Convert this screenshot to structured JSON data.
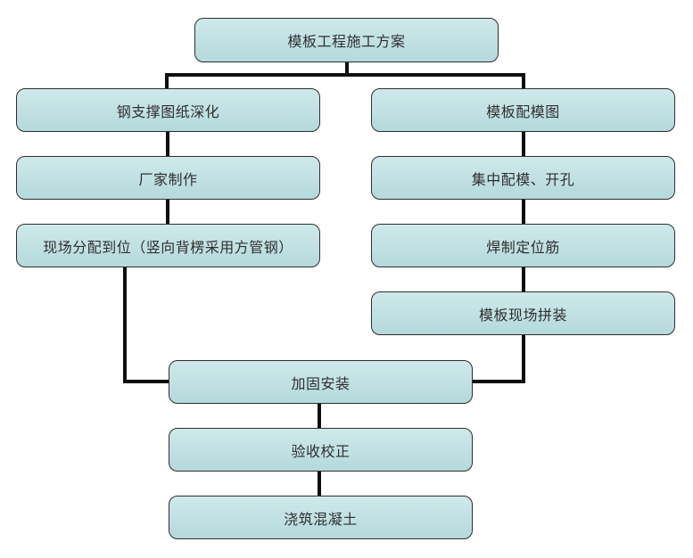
{
  "diagram": {
    "type": "flowchart",
    "nodes": [
      {
        "id": "plan",
        "label": "模板工程施工方案"
      },
      {
        "id": "steel-drawing",
        "label": "钢支撑图纸深化"
      },
      {
        "id": "factory-make",
        "label": "厂家制作"
      },
      {
        "id": "site-distribution",
        "label": "现场分配到位（竖向背楞采用方管钢）"
      },
      {
        "id": "formwork-drawing",
        "label": "模板配模图"
      },
      {
        "id": "central-matching",
        "label": "集中配模、开孔"
      },
      {
        "id": "weld-positioning",
        "label": "焊制定位筋"
      },
      {
        "id": "site-assembly",
        "label": "模板现场拼装"
      },
      {
        "id": "reinforce-install",
        "label": "加固安装"
      },
      {
        "id": "accept-correct",
        "label": "验收校正"
      },
      {
        "id": "pour-concrete",
        "label": "浇筑混凝土"
      }
    ],
    "edges": [
      {
        "from": "plan",
        "to": "steel-drawing"
      },
      {
        "from": "plan",
        "to": "formwork-drawing"
      },
      {
        "from": "steel-drawing",
        "to": "factory-make"
      },
      {
        "from": "factory-make",
        "to": "site-distribution"
      },
      {
        "from": "site-distribution",
        "to": "reinforce-install"
      },
      {
        "from": "formwork-drawing",
        "to": "central-matching"
      },
      {
        "from": "central-matching",
        "to": "weld-positioning"
      },
      {
        "from": "weld-positioning",
        "to": "site-assembly"
      },
      {
        "from": "site-assembly",
        "to": "reinforce-install"
      },
      {
        "from": "reinforce-install",
        "to": "accept-correct"
      },
      {
        "from": "accept-correct",
        "to": "pour-concrete"
      }
    ]
  },
  "colors": {
    "background": "#ffffff",
    "node_fill_top": "#cfe9ea",
    "node_fill_bottom": "#b5d9dc",
    "node_border": "#2e2e2e",
    "connector": "#0f0f0f",
    "text": "#2f2f2f"
  }
}
